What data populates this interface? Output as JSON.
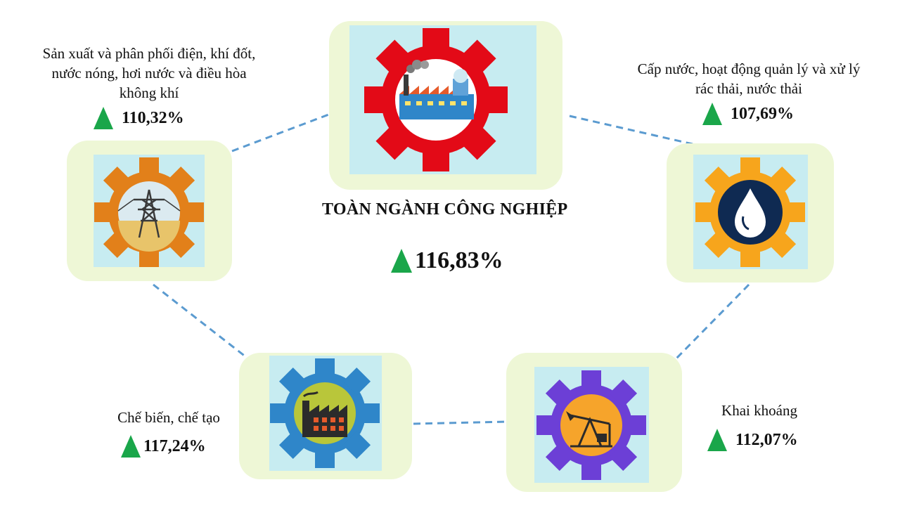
{
  "center": {
    "title": "TOÀN NGÀNH CÔNG NGHIỆP",
    "value": "116,83%",
    "gear_color": "#e30a17",
    "icon": "factory-icon"
  },
  "sectors": [
    {
      "label": "Sản xuất và phân phối điện, khí đốt, nước nóng, hơi nước và điều hòa không khí",
      "value": "110,32%",
      "gear_color": "#e2801a",
      "icon": "power-tower-icon"
    },
    {
      "label": "Cấp nước, hoạt động quản lý và xử lý rác thải, nước thải",
      "value": "107,69%",
      "gear_color": "#f7a51c",
      "icon": "water-drop-icon"
    },
    {
      "label": "Chế biến, chế tạo",
      "value": "117,24%",
      "gear_color": "#2f86c9",
      "icon": "factory-icon"
    },
    {
      "label": "Khai khoáng",
      "value": "112,07%",
      "gear_color": "#6c3fd6",
      "icon": "oil-pump-icon"
    }
  ],
  "colors": {
    "increase": "#1aa64a",
    "frame": "#eef7d6",
    "tile": "#c7ecf1",
    "connector": "#5b9bd0"
  }
}
